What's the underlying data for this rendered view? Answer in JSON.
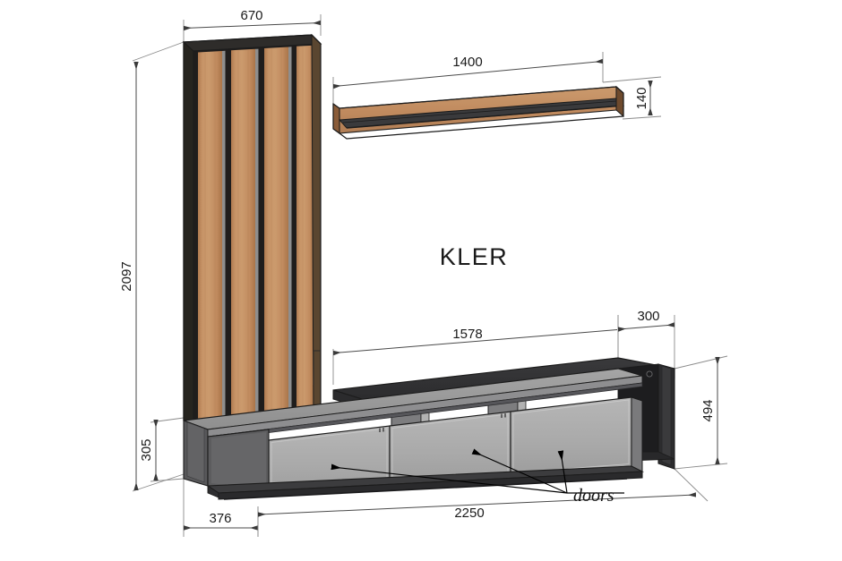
{
  "drawing": {
    "brand": "KLER",
    "note_doors": "doors"
  },
  "dimensions": {
    "panel_width": "670",
    "shelf_width": "1400",
    "shelf_height": "140",
    "total_height": "2097",
    "tv_top_width": "1578",
    "tv_right_width": "300",
    "cabinet_height": "305",
    "unit_height": "494",
    "depth": "376",
    "total_width": "2250"
  },
  "colors": {
    "wood_light": "#cb9a6d",
    "wood_mid": "#c08a5e",
    "wood_dark": "#a9724a",
    "wood_edge": "#8a5c39",
    "groove_dark": "#1e1c1b",
    "groove_gray": "#9a9a9a",
    "panel_dark": "#2a2a2c",
    "body_dark": "#232325",
    "door_gray": "#a8a8a8",
    "door_gray_light": "#b4b4b4",
    "top_gray": "#9b9b9b",
    "shadow_gray": "#6d6d6f",
    "line": "#1c1c1c",
    "dim_line": "#4a4a4a",
    "text": "#1a1a1a"
  }
}
